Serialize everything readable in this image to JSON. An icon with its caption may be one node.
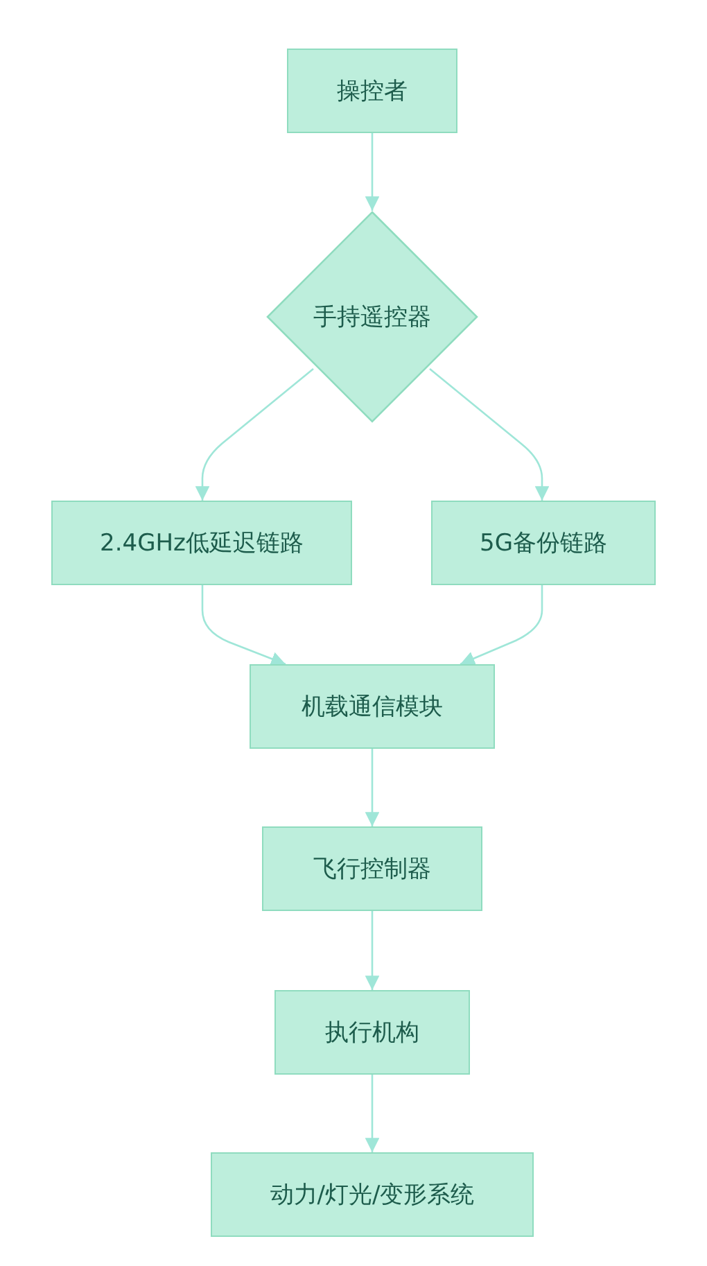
{
  "diagram": {
    "nodes": [
      {
        "text": [
          "操控者"
        ]
      },
      {
        "text": [
          "手持遥控器"
        ]
      },
      {
        "text": [
          "2.4GHz低延迟链路"
        ]
      },
      {
        "text": [
          "5G备份链路"
        ]
      },
      {
        "text": [
          "机载通信模块"
        ]
      },
      {
        "text": [
          "飞行控制器"
        ]
      },
      {
        "text": [
          "执行机构"
        ]
      },
      {
        "text": [
          "动力/灯光/变形系统"
        ]
      }
    ],
    "edges": [
      {
        "from": 0,
        "to": 1,
        "arrow": "to"
      },
      {
        "from": 1,
        "to": 2,
        "arrow": "to"
      },
      {
        "from": 1,
        "to": 3,
        "arrow": "to"
      },
      {
        "from": 2,
        "to": 4,
        "arrow": "to"
      },
      {
        "from": 3,
        "to": 4,
        "arrow": "to"
      },
      {
        "from": 4,
        "to": 5,
        "arrow": "to"
      },
      {
        "from": 5,
        "to": 6,
        "arrow": "to"
      },
      {
        "from": 6,
        "to": 7,
        "arrow": "to"
      }
    ]
  }
}
